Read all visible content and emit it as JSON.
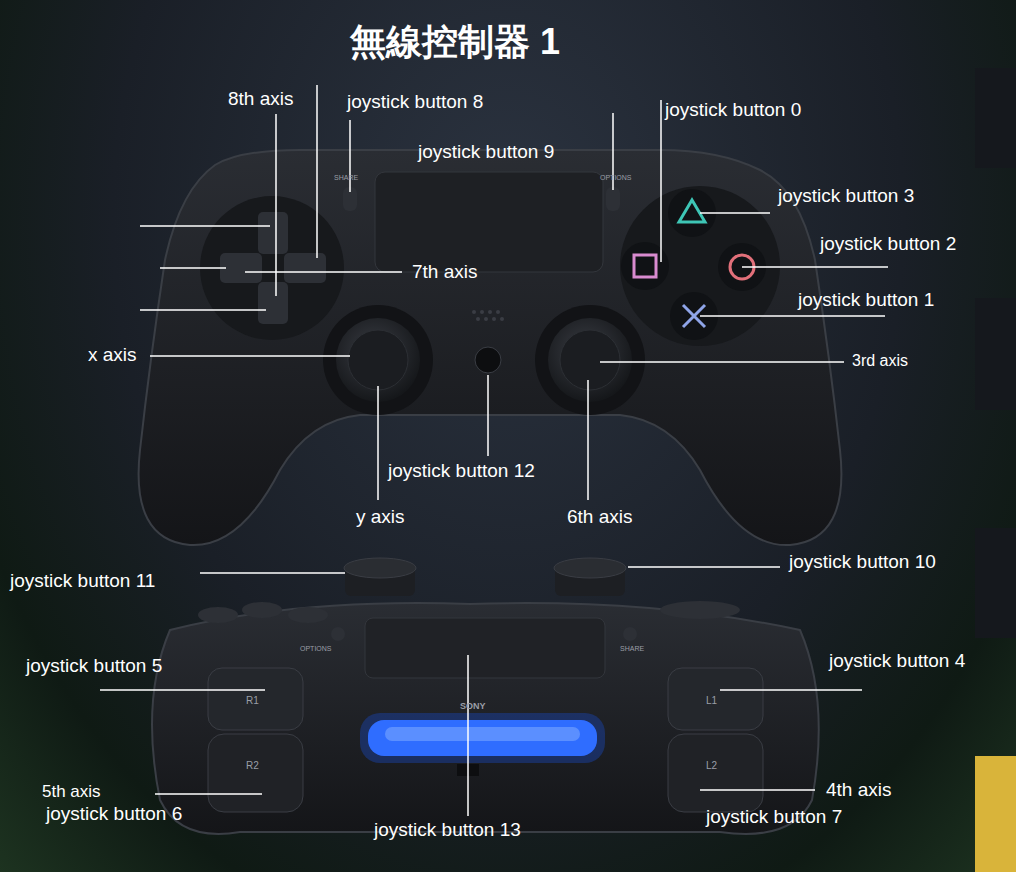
{
  "diagram": {
    "title": "無線控制器 1",
    "labels": [
      "8th axis",
      "joystick button 8",
      "joystick button 0",
      "joystick button 9",
      "joystick button 3",
      "joystick button 2",
      "7th axis",
      "joystick button 1",
      "x axis",
      "3rd axis",
      "joystick button 12",
      "y axis",
      "6th axis",
      "joystick button 11",
      "joystick button 10",
      "joystick button 5",
      "joystick button 4",
      "5th axis",
      "joystick button 6",
      "4th axis",
      "joystick button 7",
      "joystick button 13",
      "SHARE",
      "OPTIONS",
      "OPTIONS",
      "SHARE",
      "SONY",
      "R1",
      "R2",
      "L1",
      "L2"
    ]
  }
}
